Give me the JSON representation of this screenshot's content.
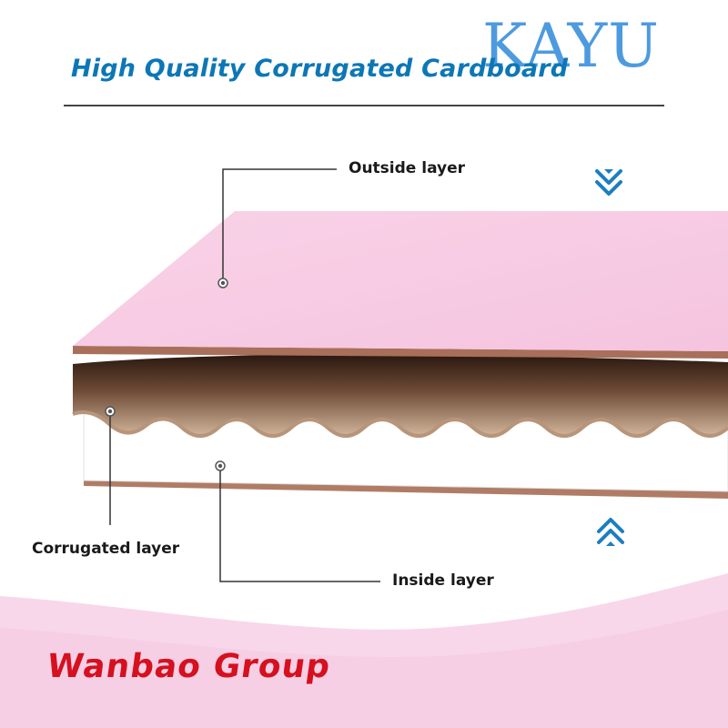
{
  "header": {
    "title": "High Quality Corrugated Cardboard",
    "watermark": "KAYU"
  },
  "layers": {
    "outside_label": "Outside layer",
    "corrugated_label": "Corrugated layer",
    "inside_label": "Inside layer"
  },
  "icons": {
    "top_arrow": "double-chevron-down-icon",
    "bottom_arrow": "double-chevron-up-icon"
  },
  "footer": {
    "brand": "Wanbao Group"
  },
  "colors": {
    "title_blue": "#0d77b6",
    "watermark_blue": "#1c7ed6",
    "brand_red": "#d6101e",
    "outside_pink": "#f7c9e2",
    "flute_kraft": "#c4a68c",
    "flute_dark": "#2a1810",
    "inside_white": "#ffffff",
    "background_pink": "#f9d7ea"
  }
}
